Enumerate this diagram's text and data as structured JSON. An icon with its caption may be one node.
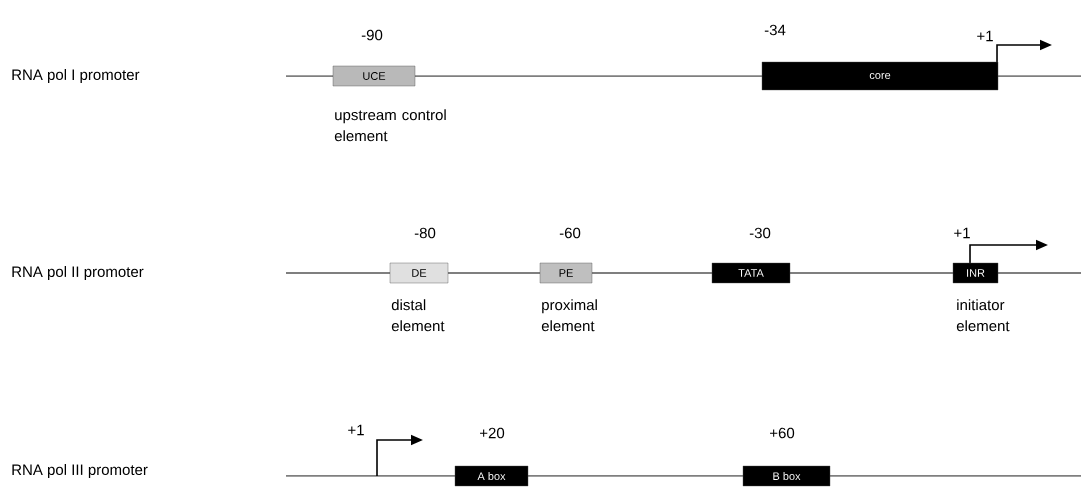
{
  "diagram": {
    "nodes": [
      {
        "text": [
          "UCE"
        ],
        "beside": [
          "-90",
          "upstream control element"
        ]
      },
      {
        "text": [
          "core"
        ],
        "beside": [
          "-34"
        ]
      },
      {
        "text": [
          "DE"
        ],
        "beside": [
          "-80",
          "distal element"
        ]
      },
      {
        "text": [
          "PE"
        ],
        "beside": [
          "-60",
          "proximal element"
        ]
      },
      {
        "text": [
          "TATA"
        ],
        "beside": [
          "-30"
        ]
      },
      {
        "text": [
          "INR"
        ],
        "beside": [
          "initiator element"
        ]
      },
      {
        "text": [
          "A box"
        ],
        "beside": [
          "+20"
        ]
      },
      {
        "text": [
          "B box"
        ],
        "beside": [
          "+60"
        ]
      }
    ],
    "labels": [
      "RNA pol I promoter",
      "+1",
      "RNA pol II promoter",
      "+1",
      "RNA pol III promoter",
      "+1"
    ]
  }
}
